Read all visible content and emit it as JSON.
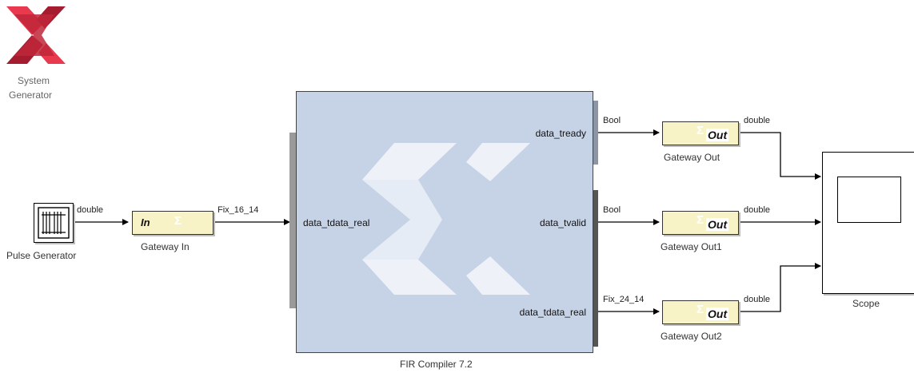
{
  "logo": {
    "line1": "System",
    "line2": "Generator"
  },
  "blocks": {
    "pulse_generator": {
      "label": "Pulse Generator"
    },
    "gateway_in": {
      "label": "Gateway In",
      "tag": "In",
      "sigma": "Σ"
    },
    "fir": {
      "label": "FIR Compiler 7.2",
      "input_port": "data_tdata_real",
      "output_ports": [
        "data_tready",
        "data_tvalid",
        "data_tdata_real"
      ]
    },
    "gateway_out": {
      "label": "Gateway Out",
      "tag": "Out",
      "sigma": "Σ"
    },
    "gateway_out1": {
      "label": "Gateway Out1",
      "tag": "Out",
      "sigma": "Σ"
    },
    "gateway_out2": {
      "label": "Gateway Out2",
      "tag": "Out",
      "sigma": "Σ"
    },
    "scope": {
      "label": "Scope"
    }
  },
  "signals": {
    "pulse_to_gwin": "double",
    "gwin_to_fir": "Fix_16_14",
    "tready": "Bool",
    "tvalid": "Bool",
    "tdata": "Fix_24_14",
    "out_to_scope": "double",
    "out1_to_scope": "double",
    "out2_to_scope": "double"
  },
  "colors": {
    "fir_fill": "#c6d3e6",
    "gateway_fill": "#f7f3c6",
    "logo_dark": "#a51c30",
    "logo_light": "#e8394e",
    "fir_bar": "#9a9a9a"
  }
}
